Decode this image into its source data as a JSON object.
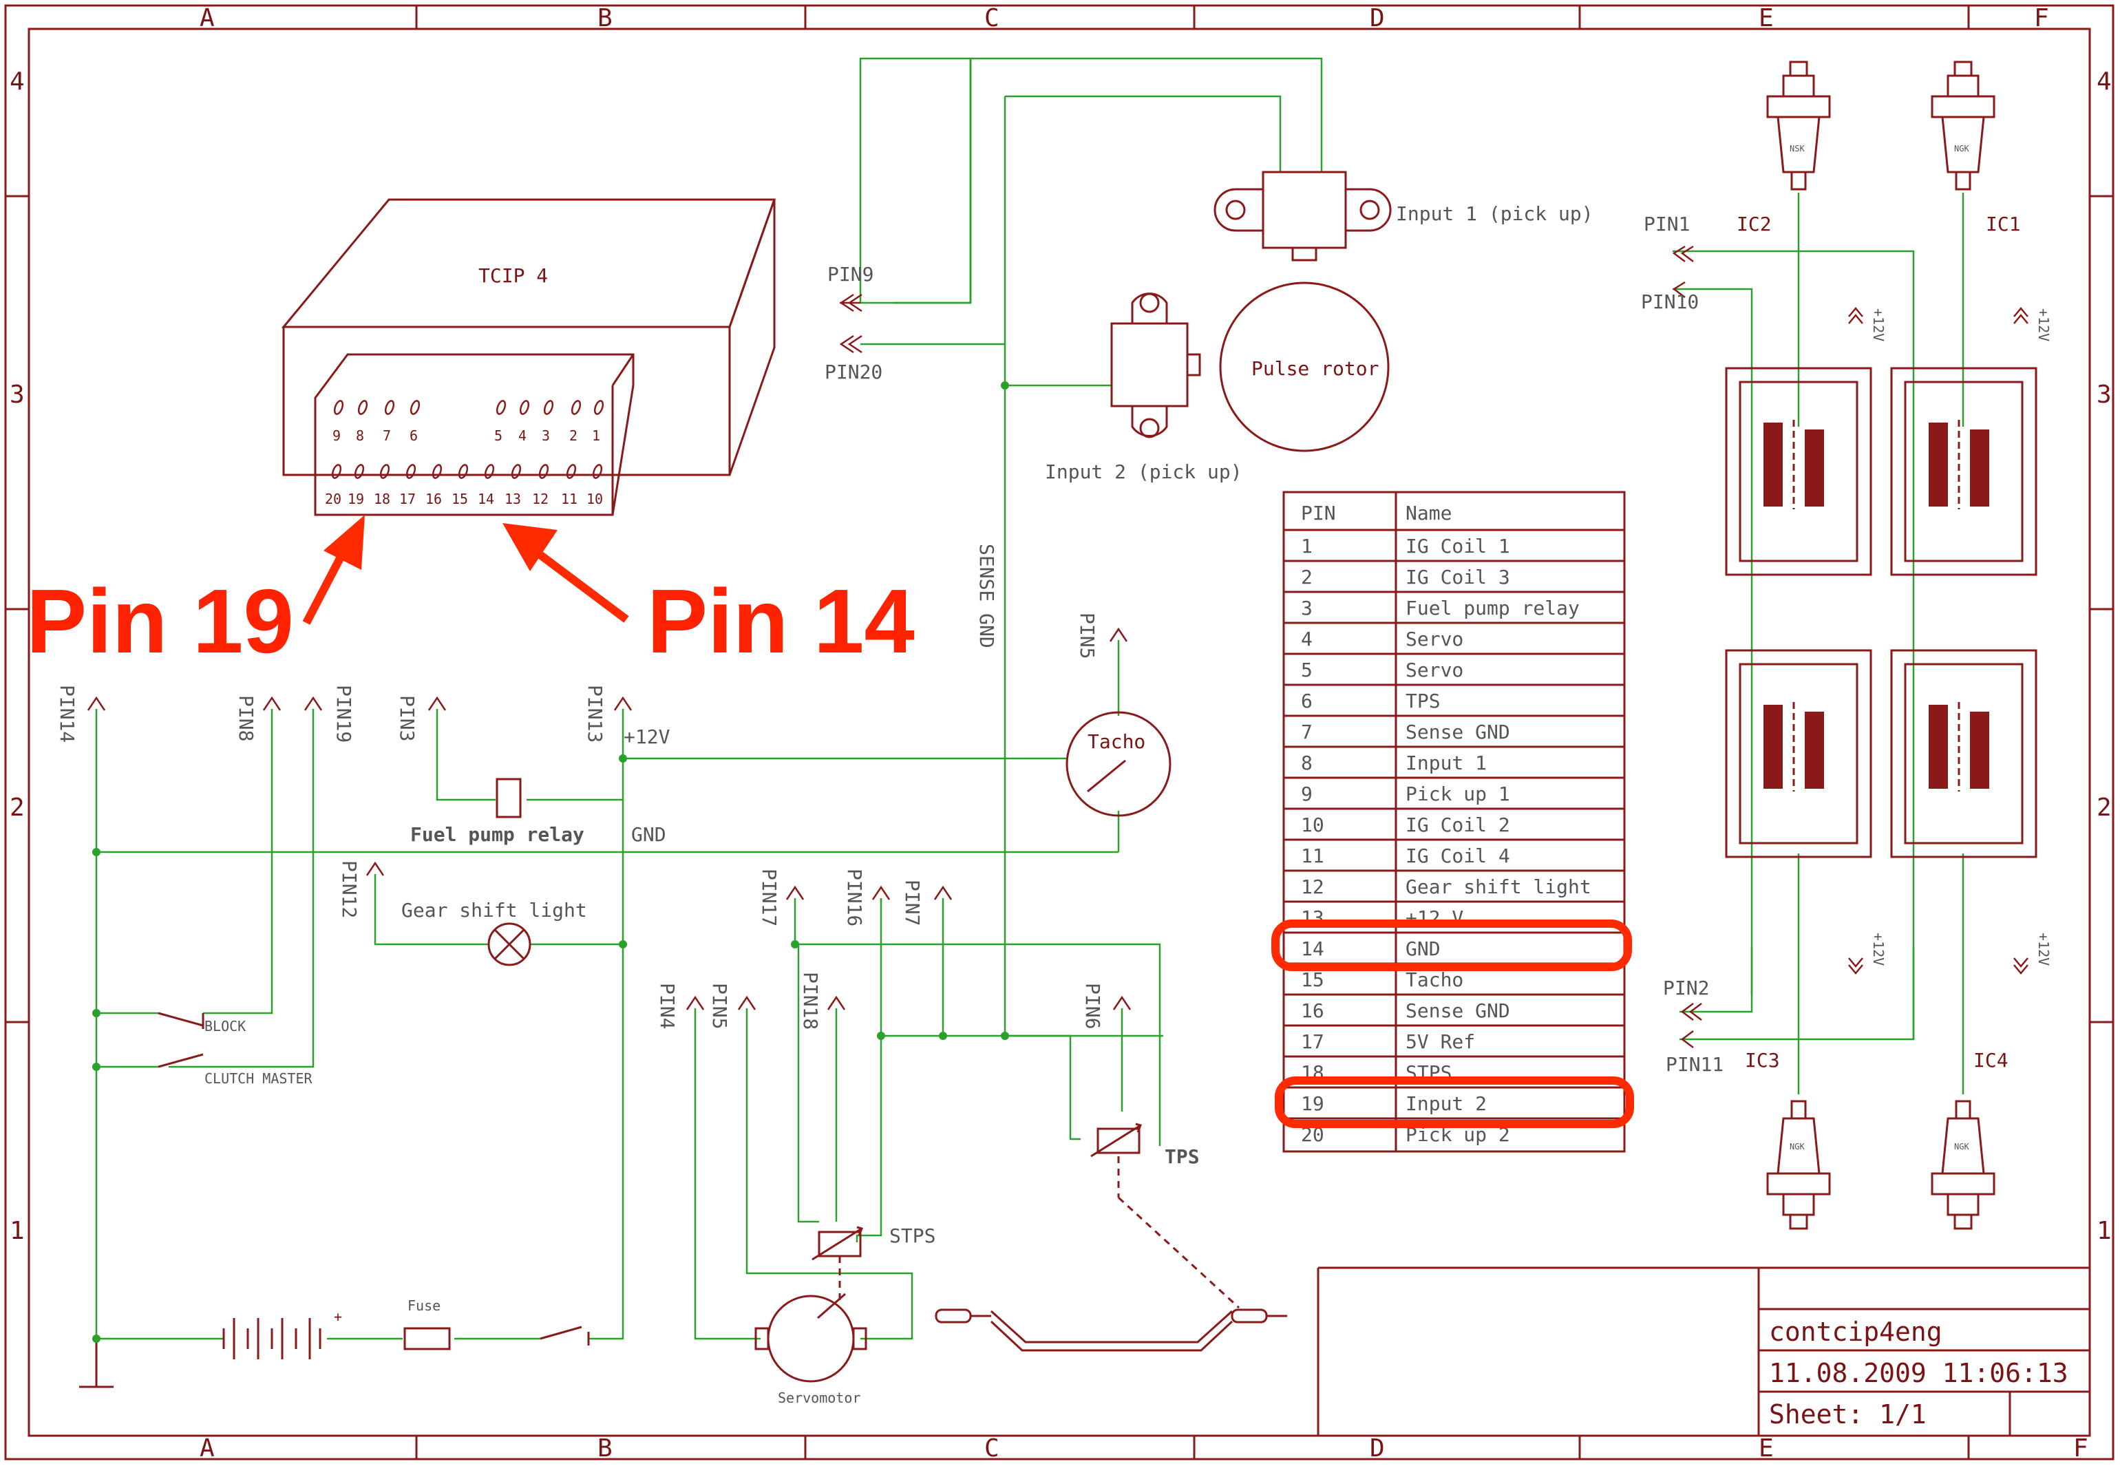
{
  "frame": {
    "columns": [
      "A",
      "B",
      "C",
      "D",
      "E",
      "F"
    ],
    "rows": [
      "4",
      "3",
      "2",
      "1"
    ]
  },
  "ecu": {
    "title": "TCIP 4",
    "top_row_pins": [
      "9",
      "8",
      "7",
      "6",
      "5",
      "4",
      "3",
      "2",
      "1"
    ],
    "bottom_row_pins": [
      "20",
      "19",
      "18",
      "17",
      "16",
      "15",
      "14",
      "13",
      "12",
      "11",
      "10"
    ]
  },
  "annotations": {
    "pin19": "Pin 19",
    "pin14": "Pin 14"
  },
  "labels": {
    "pin9": "PIN9",
    "pin20": "PIN20",
    "pin14": "PIN14",
    "pin8": "PIN8",
    "pin19": "PIN19",
    "pin3": "PIN3",
    "pin13": "PIN13",
    "pin12": "PIN12",
    "pin5": "PIN5",
    "pin17": "PIN17",
    "pin16": "PIN16",
    "pin7": "PIN7",
    "pin18": "PIN18",
    "pin4": "PIN4",
    "pin5b": "PIN5",
    "pin6": "PIN6",
    "pin1": "PIN1",
    "pin10": "PIN10",
    "pin2": "PIN2",
    "pin11": "PIN11",
    "plus12v": "+12V",
    "gnd": "GND",
    "sense_gnd": "SENSE GND",
    "fuel_pump_relay": "Fuel pump relay",
    "gear_shift_light": "Gear shift light",
    "block": "BLOCK",
    "clutch_master": "CLUTCH MASTER",
    "fuse": "Fuse",
    "servomotor": "Servomotor",
    "stps": "STPS",
    "tps": "TPS",
    "tacho": "Tacho",
    "input1": "Input 1 (pick up)",
    "input2": "Input 2 (pick up)",
    "pulse_rotor": "Pulse rotor",
    "ic1": "IC1",
    "ic2": "IC2",
    "ic3": "IC3",
    "ic4": "IC4",
    "coil_v": "+12V",
    "plus": "+",
    "ngk": "NGK",
    "nsk": "NSK"
  },
  "pin_table": {
    "header": [
      "PIN",
      "Name"
    ],
    "rows": [
      [
        "1",
        "IG Coil 1"
      ],
      [
        "2",
        "IG Coil 3"
      ],
      [
        "3",
        "Fuel pump relay"
      ],
      [
        "4",
        "Servo"
      ],
      [
        "5",
        "Servo"
      ],
      [
        "6",
        "TPS"
      ],
      [
        "7",
        "Sense GND"
      ],
      [
        "8",
        "Input 1"
      ],
      [
        "9",
        "Pick up 1"
      ],
      [
        "10",
        "IG Coil 2"
      ],
      [
        "11",
        "IG Coil 4"
      ],
      [
        "12",
        "Gear shift light"
      ],
      [
        "13",
        "+12 V"
      ],
      [
        "14",
        "GND"
      ],
      [
        "15",
        "Tacho"
      ],
      [
        "16",
        "Sense GND"
      ],
      [
        "17",
        "5V Ref"
      ],
      [
        "18",
        "STPS"
      ],
      [
        "19",
        "Input 2"
      ],
      [
        "20",
        "Pick up 2"
      ]
    ],
    "highlighted_pins": [
      "14",
      "19"
    ]
  },
  "title_block": {
    "name": "contcip4eng",
    "timestamp": "11.08.2009 11:06:13",
    "sheet": "Sheet: 1/1"
  },
  "colors": {
    "outline": "#8a1a1a",
    "wire": "#2aa12a",
    "highlight": "#ff2a00"
  }
}
